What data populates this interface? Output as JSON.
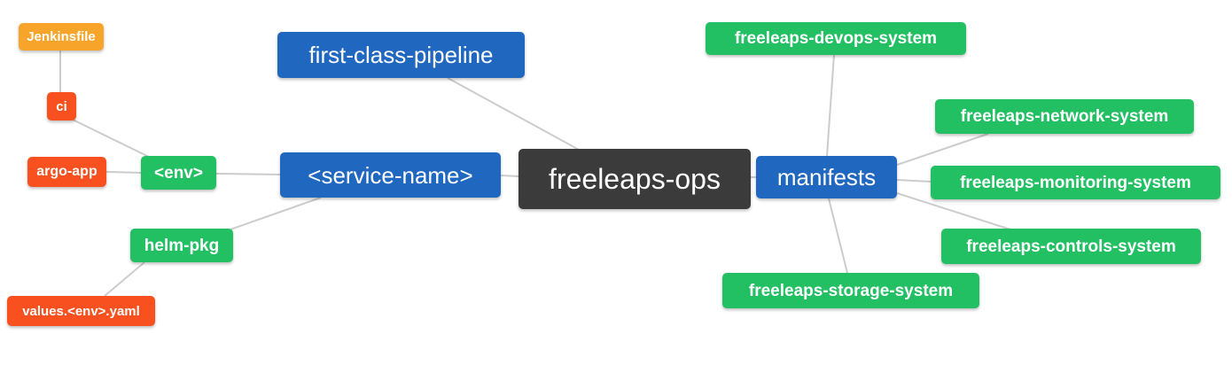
{
  "diagram": {
    "type": "mindmap",
    "background": "#ffffff",
    "colors": {
      "root_node": "#3b3b3b",
      "branch_node": "#2067c0",
      "green_node": "#22c063",
      "orange_node": "#f7a52a",
      "red_node": "#f8511f",
      "edge": "#cccccc",
      "label_text": "#ffffff"
    },
    "nodes": {
      "jenkinsfile": {
        "label": "Jenkinsfile"
      },
      "ci": {
        "label": "ci"
      },
      "argo_app": {
        "label": "argo-app"
      },
      "env": {
        "label": "<env>"
      },
      "helm_pkg": {
        "label": "helm-pkg"
      },
      "values_env_yaml": {
        "label": "values.<env>.yaml"
      },
      "first_class_pipeline": {
        "label": "first-class-pipeline"
      },
      "service_name": {
        "label": "<service-name>"
      },
      "freeleaps_ops": {
        "label": "freeleaps-ops"
      },
      "manifests": {
        "label": "manifests"
      },
      "devops_system": {
        "label": "freeleaps-devops-system"
      },
      "network_system": {
        "label": "freeleaps-network-system"
      },
      "monitoring_system": {
        "label": "freeleaps-monitoring-system"
      },
      "controls_system": {
        "label": "freeleaps-controls-system"
      },
      "storage_system": {
        "label": "freeleaps-storage-system"
      }
    },
    "edges": [
      {
        "from": "jenkinsfile",
        "to": "ci"
      },
      {
        "from": "ci",
        "to": "env"
      },
      {
        "from": "argo_app",
        "to": "env"
      },
      {
        "from": "env",
        "to": "service_name"
      },
      {
        "from": "helm_pkg",
        "to": "service_name"
      },
      {
        "from": "values_env_yaml",
        "to": "helm_pkg"
      },
      {
        "from": "first_class_pipeline",
        "to": "freeleaps_ops"
      },
      {
        "from": "service_name",
        "to": "freeleaps_ops"
      },
      {
        "from": "freeleaps_ops",
        "to": "manifests"
      },
      {
        "from": "manifests",
        "to": "devops_system"
      },
      {
        "from": "manifests",
        "to": "network_system"
      },
      {
        "from": "manifests",
        "to": "monitoring_system"
      },
      {
        "from": "manifests",
        "to": "controls_system"
      },
      {
        "from": "manifests",
        "to": "storage_system"
      }
    ]
  }
}
